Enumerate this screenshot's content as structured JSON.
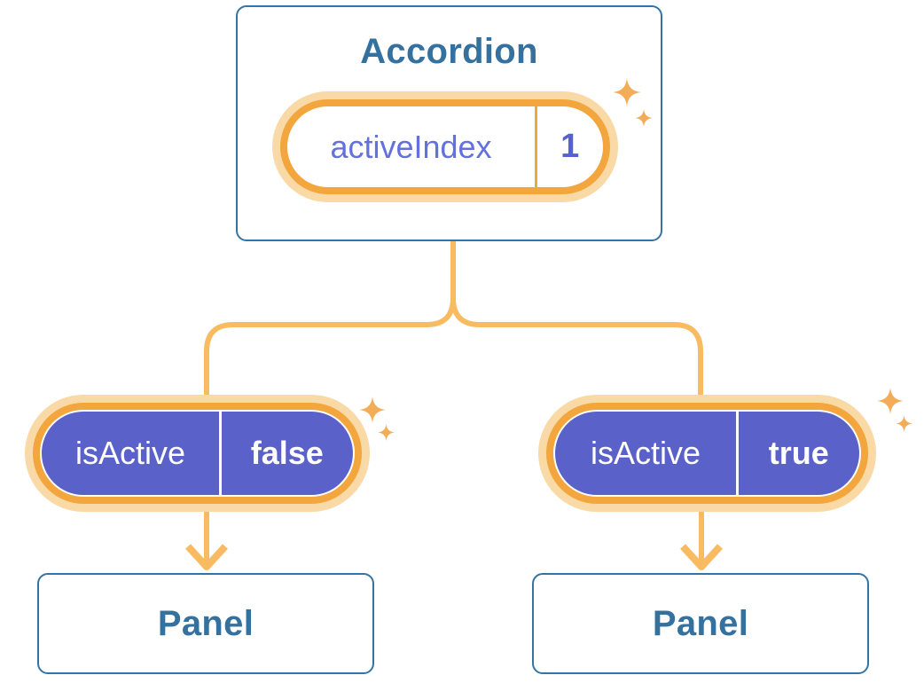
{
  "accordion": {
    "title": "Accordion",
    "state": {
      "name": "activeIndex",
      "value": "1"
    }
  },
  "children": [
    {
      "prop": {
        "name": "isActive",
        "value": "false"
      },
      "panel": {
        "label": "Panel"
      }
    },
    {
      "prop": {
        "name": "isActive",
        "value": "true"
      },
      "panel": {
        "label": "Panel"
      }
    }
  ],
  "icons": {
    "sparkle": "four-point-star",
    "arrow": "down-arrow"
  },
  "colors": {
    "background": "#ffffff",
    "card_border": "#3573a3",
    "card_text": "#35719f",
    "connector": "#f8bb62",
    "pill_ring": "#f2a63d",
    "pill_glow": "#f9d9a6",
    "pill_fill": "#5a62c9",
    "pill_divider_orange": "#f0a740",
    "state_name_text": "#6470db",
    "state_value_text": "#5560d6",
    "prop_text": "#ffffff",
    "sparkle": "#f3ac57"
  }
}
